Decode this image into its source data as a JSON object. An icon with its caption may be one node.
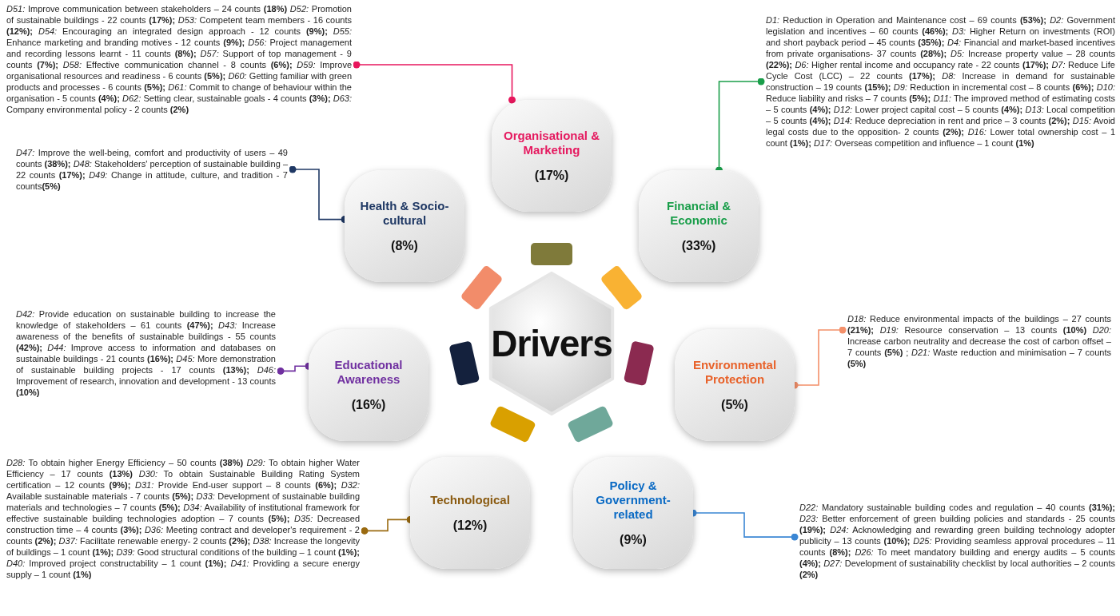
{
  "diagram": {
    "nodes": [
      {
        "text": [
          "Drivers"
        ]
      },
      {
        "text": [
          "Organisational & Marketing",
          "(17%)"
        ]
      },
      {
        "text": [
          "Financial & Economic",
          "(33%)"
        ]
      },
      {
        "text": [
          "Environmental Protection",
          "(5%)"
        ]
      },
      {
        "text": [
          "Policy & Government-related",
          "(9%)"
        ]
      },
      {
        "text": [
          "Technological",
          "(12%)"
        ]
      },
      {
        "text": [
          "Educational Awareness",
          "(16%)"
        ]
      },
      {
        "text": [
          "Health & Socio-cultural",
          "(8%)"
        ]
      },
      {
        "text": [
          "*D51:* Improve communication between stakeholders – 24 counts **(18%)** *D52:* Promotion of sustainable buildings - 22 counts **(17%);** *D53:* Competent team members - 16 counts **(12%);** *D54:* Encouraging an integrated design approach - 12 counts **(9%);** *D55:* Enhance marketing and branding motives - 12 counts **(9%);** *D56:* Project management and recording lessons learnt - 11 counts **(8%);** *D57:* Support of top management - 9 counts **(7%);** *D58:* Effective communication channel - 8 counts **(6%);** *D59:* Improve organisational resources and readiness - 6 counts **(5%);** *D60:* Getting familiar with green products and processes - 6 counts **(5%);** *D61:* Commit to change of behaviour within the organisation - 5 counts **(4%);** *D62:* Setting clear, sustainable goals - 4 counts **(3%);** *D63:* Company environmental policy - 2 counts **(2%)**"
        ]
      },
      {
        "text": [
          "*D1:* Reduction in Operation and Maintenance cost – 69 counts **(53%);** *D2:* Government legislation and incentives – 60 counts **(46%);** *D3:* Higher Return on investments (ROI) and short payback period – 45 counts **(35%);** *D4:* Financial and market-based incentives from private organisations- 37 counts **(28%);** *D5:* Increase property value – 28 counts **(22%);** *D6:* Higher rental income and occupancy rate - 22 counts **(17%);** *D7:* Reduce Life Cycle Cost (LCC) – 22 counts **(17%);** *D8:* Increase in demand for sustainable construction – 19 counts **(15%);** *D9:* Reduction in incremental cost – 8 counts **(6%);** *D10:* Reduce liability and risks – 7 counts **(5%);** *D11:* The improved method of estimating costs – 5 counts **(4%);** *D12:* Lower project capital cost – 5 counts **(4%);** *D13:* Local competition – 5 counts **(4%);** *D14:* Reduce depreciation in rent and price – 3 counts **(2%);** *D15:* Avoid legal costs due to the opposition- 2 counts **(2%);** *D16:* Lower total ownership cost – 1 count **(1%);** *D17:* Overseas competition and influence – 1 count **(1%)**"
        ]
      },
      {
        "text": [
          "*D18:* Reduce environmental impacts of the buildings – 27 counts **(21%);** *D19:* Resource conservation – 13 counts **(10%)** *D20:* Increase carbon neutrality and decrease the cost of carbon offset – 7 counts **(5%)** ; *D21:* Waste reduction and minimisation – 7 counts **(5%)**"
        ]
      },
      {
        "text": [
          "*D22:* Mandatory sustainable building codes and regulation – 40 counts **(31%);** *D23:* Better enforcement of green building policies and standards - 25 counts **(19%);** *D24:* Acknowledging and rewarding green building technology adopter publicity – 13 counts **(10%);** *D25:* Providing seamless approval procedures – 11 counts **(8%);** *D26:* To meet mandatory building and energy audits – 5 counts **(4%);** *D27:* Development of sustainability checklist by local authorities – 2 counts **(2%)**"
        ]
      },
      {
        "text": [
          "*D28:* To obtain higher Energy Efficiency – 50 counts **(38%)** *D29:* To obtain higher Water Efficiency – 17 counts **(13%)** *D30:* To obtain Sustainable Building Rating System certification – 12 counts **(9%);** *D31:* Provide End-user support – 8 counts **(6%);** *D32:* Available sustainable materials - 7 counts **(5%);** *D33:* Development of sustainable building materials and technologies – 7 counts **(5%);** *D34:* Availability of institutional framework for effective sustainable building technologies adoption – 7 counts **(5%);** *D35:* Decreased construction time – 4 counts **(3%);** *D36:* Meeting contract and developer's requirement - 2 counts **(2%);** *D37:* Facilitate renewable energy- 2 counts **(2%);** *D38:* Increase the longevity of buildings – 1 count **(1%);** *D39:* Good structural conditions of the building – 1 count **(1%);** *D40:* Improved project constructability – 1 count **(1%);** *D41:* Providing a secure energy supply – 1 count **(1%)**"
        ]
      },
      {
        "text": [
          "*D42:* Provide education on sustainable building to increase the knowledge of stakeholders – 61 counts **(47%);** *D43:* Increase awareness of the benefits of sustainable buildings - 55 counts **(42%);** *D44:* Improve access to information and databases on sustainable buildings - 21 counts **(16%);** *D45:* More demonstration of sustainable building projects - 17 counts **(13%);** *D46:* Improvement of research, innovation and development - 13 counts **(10%)**"
        ]
      },
      {
        "text": [
          "*D47:* Improve the well-being, comfort and productivity of users – 49 counts **(38%);** *D48:* Stakeholders' perception of sustainable building – 22 counts **(17%);** *D49:* Change in attitude, culture, and tradition - 7 counts**(5%)**"
        ]
      }
    ],
    "edges": [
      {
        "from": 1,
        "to": 8,
        "arrow": "other",
        "color": "#e8175d"
      },
      {
        "from": 2,
        "to": 9,
        "arrow": "other",
        "color": "#1a9e4a"
      },
      {
        "from": 3,
        "to": 10,
        "arrow": "other",
        "color": "#f4906a"
      },
      {
        "from": 4,
        "to": 11,
        "arrow": "other",
        "color": "#3a86d4"
      },
      {
        "from": 5,
        "to": 12,
        "arrow": "other",
        "color": "#9a6a10"
      },
      {
        "from": 6,
        "to": 13,
        "arrow": "other",
        "color": "#7030a0"
      },
      {
        "from": 7,
        "to": 14,
        "arrow": "other",
        "color": "#1f3864"
      }
    ]
  }
}
